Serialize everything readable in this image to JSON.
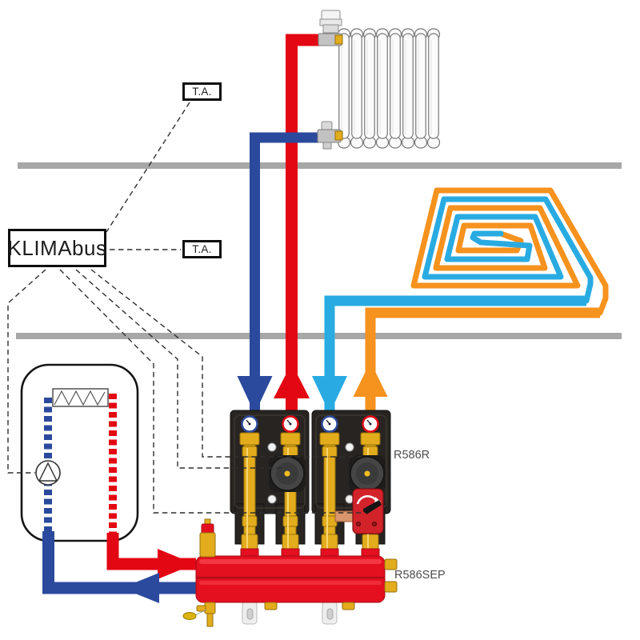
{
  "labels": {
    "bus": "KLIMAbus",
    "thermostat_upper": "T.A.",
    "thermostat_lower": "T.A.",
    "pump_group": "R586R",
    "separator_manifold": "R586SEP"
  },
  "colors": {
    "hot_water": "#e30613",
    "cold_return": "#2b4a9d",
    "floor_supply_warm": "#f6921e",
    "floor_return_cool": "#29abe2",
    "wall_gray": "#a7a7a7",
    "insulation_black": "#282421",
    "brass": "#e3ac1c",
    "brass_dark": "#96700d",
    "manifold_red": "#e41020",
    "copper": "#d9956b",
    "actuator_red": "#d2232a",
    "wire_dark": "#2f2f2f",
    "steel_gray": "#c2c2c2",
    "gauge_hot_ring": "#e30613",
    "gauge_cold_ring": "#2b4a9d",
    "pump_yellow_dot": "#f2c01d"
  }
}
